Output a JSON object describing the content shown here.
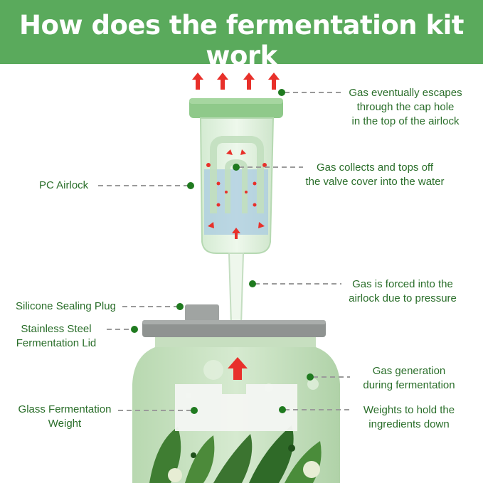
{
  "header": {
    "title": "How does the fermentation kit work"
  },
  "labels": {
    "gas_escapes": [
      "Gas eventually escapes",
      "through the cap hole",
      "in the top of the airlock"
    ],
    "gas_collects": [
      "Gas collects and tops off",
      "the valve cover into the water"
    ],
    "pc_airlock": [
      "PC Airlock"
    ],
    "gas_forced": [
      "Gas is forced into the",
      "airlock due to pressure"
    ],
    "silicone_plug": [
      "Silicone Sealing Plug"
    ],
    "lid": [
      "Stainless Steel",
      "Fermentation Lid"
    ],
    "gas_generation": [
      "Gas generation",
      "during fermentation"
    ],
    "glass_weight": [
      "Glass Fermentation",
      "Weight"
    ],
    "weights_hold": [
      "Weights to hold the",
      "ingredients down"
    ]
  },
  "colors": {
    "banner": "#5aaa5c",
    "label_text": "#2a6e2a",
    "dot": "#1f7a1f",
    "arrow": "#e8302a",
    "leader": "#9a9a9a"
  }
}
